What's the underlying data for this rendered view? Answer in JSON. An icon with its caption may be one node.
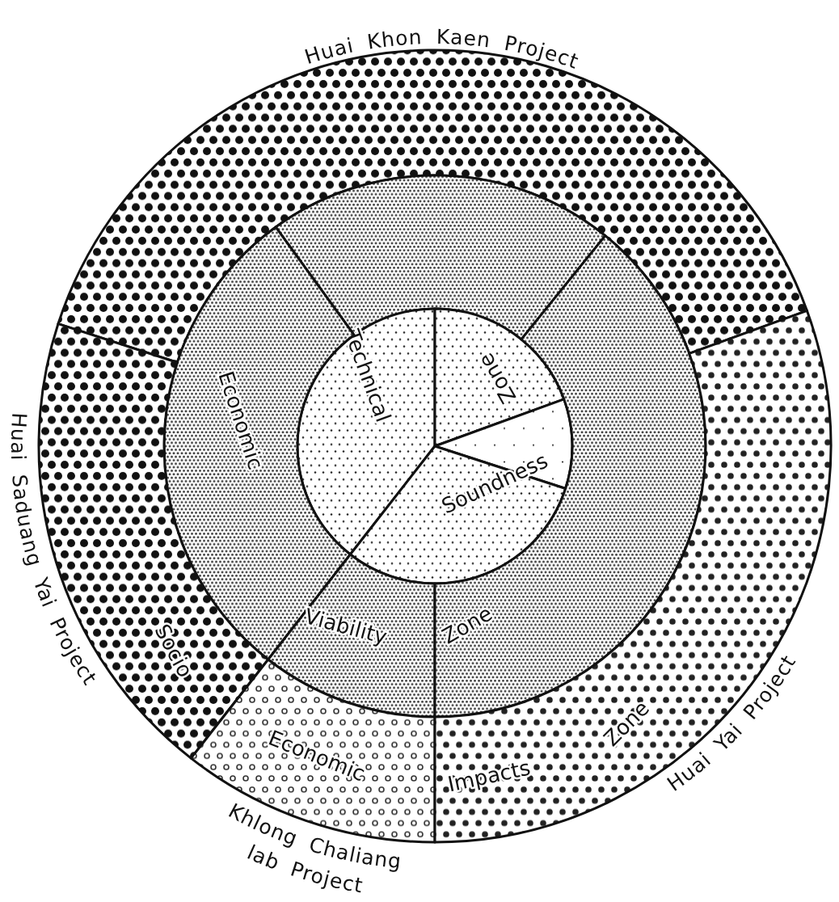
{
  "diagram": {
    "nodes": [
      {
        "text": [
          "Huai Khon Kaen Project"
        ]
      },
      {
        "text": [],
        "shape": "sector"
      },
      {
        "text": [
          "Technical"
        ]
      },
      {
        "text": [
          "Zone"
        ]
      },
      {
        "text": [],
        "shape": "sector"
      },
      {
        "text": [
          "Soundness"
        ]
      },
      {
        "text": [
          "Economic"
        ]
      },
      {
        "text": [
          "Viability"
        ]
      },
      {
        "text": [
          "Zone"
        ]
      },
      {
        "text": [
          "Socio",
          "Huai Saduang Yai Project"
        ]
      },
      {
        "text": [
          "Economic",
          "Khlong Chaliang lab Project"
        ]
      },
      {
        "text": [
          "Zone",
          "Impacts",
          "Huai Yai Project"
        ]
      }
    ],
    "edges": []
  }
}
